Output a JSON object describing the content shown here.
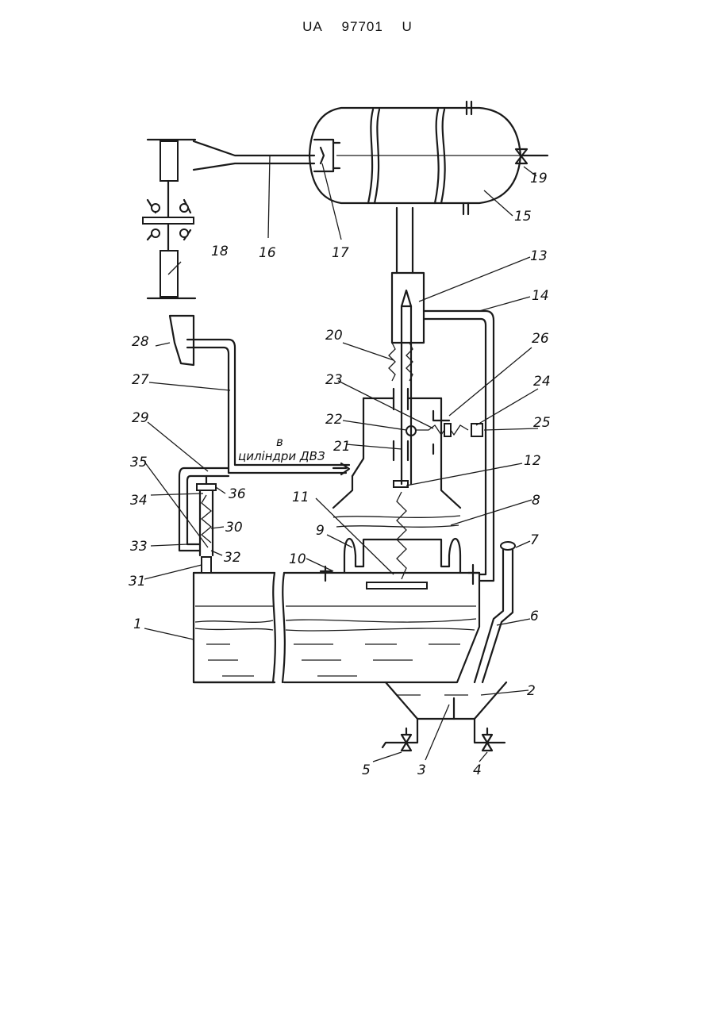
{
  "header": {
    "country": "UA",
    "number": "97701",
    "kind": "U"
  },
  "flow_caption": {
    "line1": "в",
    "line2": "циліндри ДВЗ"
  },
  "labels": [
    "1",
    "2",
    "3",
    "4",
    "5",
    "6",
    "7",
    "8",
    "9",
    "10",
    "11",
    "12",
    "13",
    "14",
    "15",
    "16",
    "17",
    "18",
    "19",
    "20",
    "21",
    "22",
    "23",
    "24",
    "25",
    "26",
    "27",
    "28",
    "29",
    "30",
    "31",
    "32",
    "33",
    "34",
    "35",
    "36"
  ]
}
